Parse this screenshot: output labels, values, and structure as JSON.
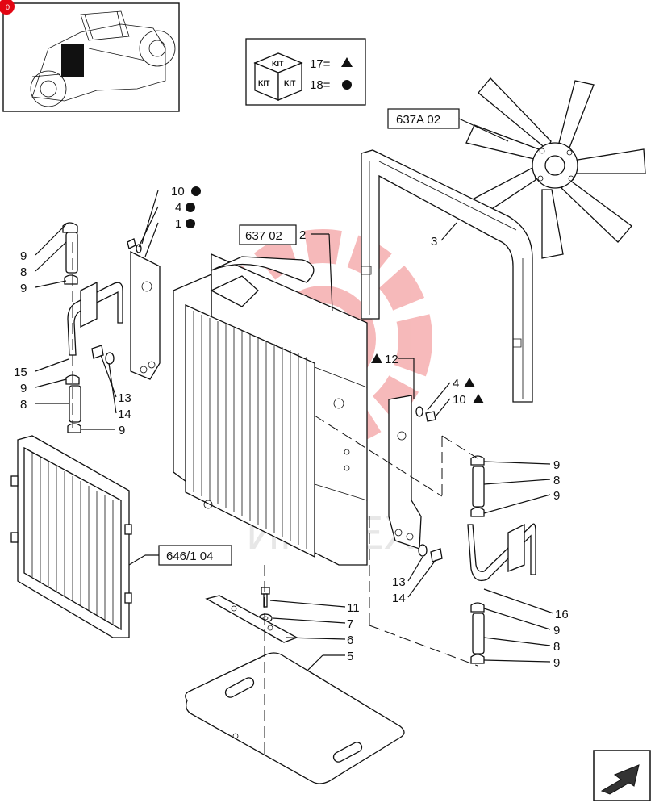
{
  "thumbnail": {
    "badge": "0"
  },
  "kit_legend": {
    "kit_word": "KIT",
    "rows": [
      {
        "item": "17=",
        "symbol": "triangle"
      },
      {
        "item": "18=",
        "symbol": "circle"
      }
    ]
  },
  "references": {
    "fan": "637A 02",
    "radiator": "637 02",
    "condenser": "646/1 04"
  },
  "callouts": {
    "c2": "2",
    "c3": "3",
    "c5": "5",
    "c6": "6",
    "c7": "7",
    "c11": "11",
    "c12": "12",
    "c10a": "10",
    "c4a": "4",
    "c1a": "1",
    "c4b": "4",
    "c10b": "10",
    "lf9a": "9",
    "lf8a": "8",
    "lf9b": "9",
    "lf15": "15",
    "lf9c": "9",
    "lf8b": "8",
    "lf13": "13",
    "lf14": "14",
    "lf9d": "9",
    "r9a": "9",
    "r8a": "8",
    "r9b": "9",
    "r16": "16",
    "r9c": "9",
    "r8b": "8",
    "r9d": "9",
    "r13": "13",
    "r14": "14"
  },
  "watermark": "ИМПЕХ",
  "colors": {
    "line": "#111111",
    "watermark": "#e8393b",
    "badge": "#e30613"
  }
}
